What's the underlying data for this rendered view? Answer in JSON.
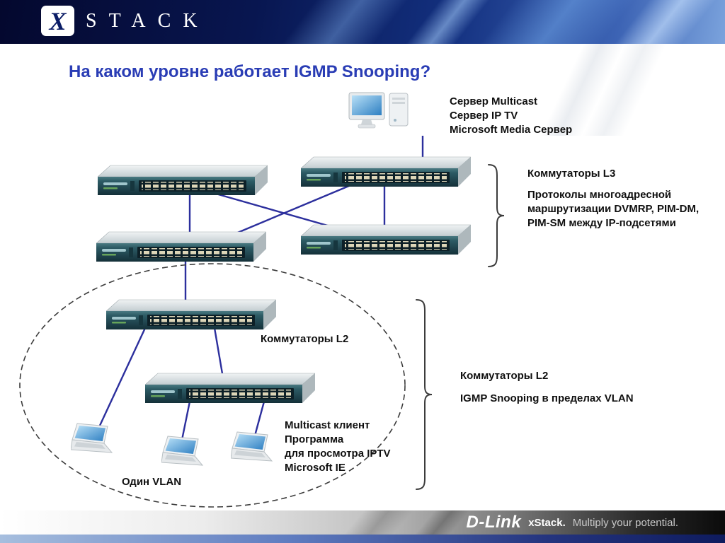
{
  "header": {
    "logo_x": "X",
    "logo_text": "STACK"
  },
  "title": "На каком уровне работает IGMP Snooping?",
  "diagram": {
    "server_label": [
      "Сервер Multicast",
      "Сервер IP TV",
      "Microsoft Media Сервер"
    ],
    "l3": {
      "heading": "Коммутаторы L3",
      "body": "Протоколы многоадресной маршрутизации  DVMRP, PIM-DM, PIM-SM между IP-подсетями"
    },
    "l2": {
      "heading": "Коммутаторы L2",
      "body": "IGMP Snooping в пределах VLAN"
    },
    "l2_label": "Коммутаторы L2",
    "client_label": [
      "Multicast клиент",
      "Программа",
      "для просмотра IPTV",
      "Microsoft IE"
    ],
    "vlan_label": "Один  VLAN"
  },
  "footer": {
    "dlink": "D-Link",
    "xstack": "xStack.",
    "tagline": "Multiply your potential."
  },
  "colors": {
    "accent_blue": "#2a3db5",
    "link_line": "#2c2f9d",
    "banner_navy": "#081650"
  }
}
